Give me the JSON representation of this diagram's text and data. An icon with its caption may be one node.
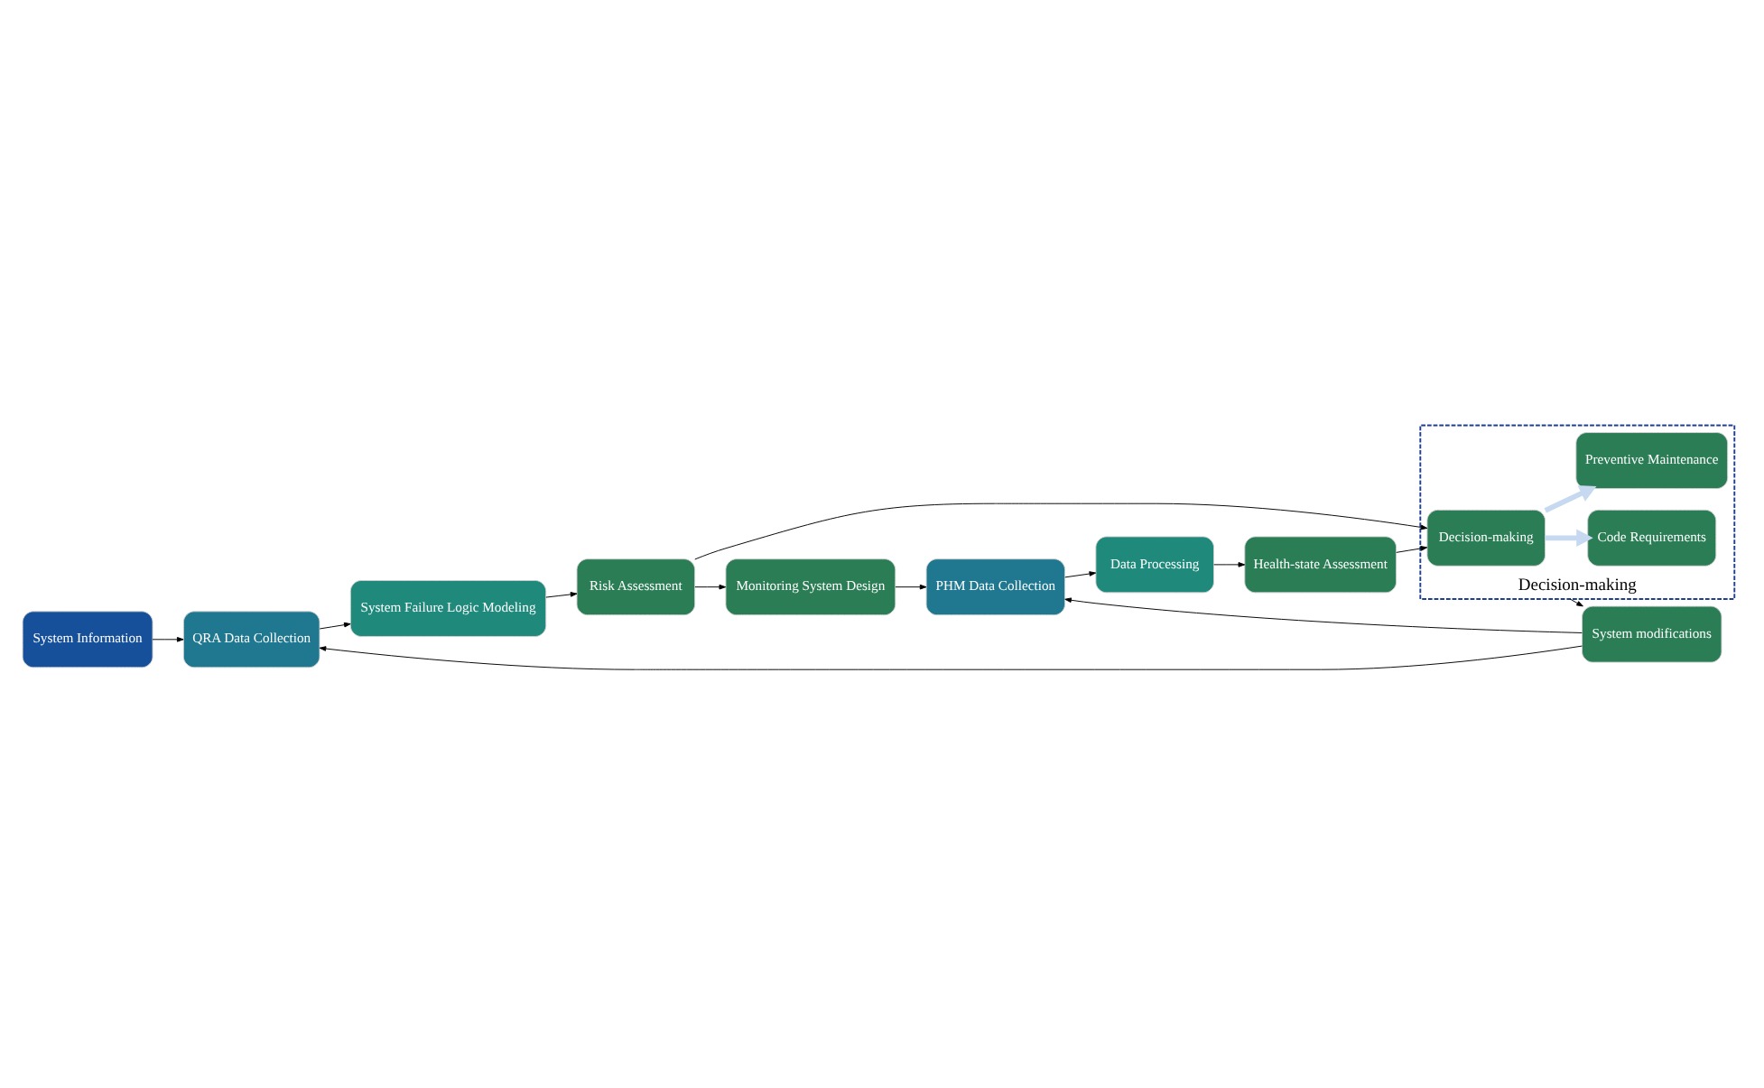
{
  "diagram": {
    "nodes": [
      {
        "text": [
          "System Information"
        ]
      },
      {
        "text": [
          "QRA Data Collection"
        ]
      },
      {
        "text": [
          "System Failure Logic Modeling"
        ]
      },
      {
        "text": [
          "Risk Assessment"
        ]
      },
      {
        "text": [
          "Monitoring System Design"
        ]
      },
      {
        "text": [
          "PHM Data Collection"
        ]
      },
      {
        "text": [
          "Data Processing"
        ]
      },
      {
        "text": [
          "Health-state Assessment"
        ]
      },
      {
        "text": [
          "Decision-making"
        ]
      },
      {
        "text": [
          "Code Requirements"
        ],
        "in": 8
      },
      {
        "text": [
          "Decision-making"
        ],
        "in": 8
      },
      {
        "text": [
          "Preventive Maintenance"
        ],
        "in": 8
      },
      {
        "text": [
          "System modifications"
        ]
      }
    ],
    "edges": [
      {
        "from": 0,
        "to": 1,
        "arrow": "to"
      },
      {
        "from": 1,
        "to": 2,
        "arrow": "to"
      },
      {
        "from": 2,
        "to": 3,
        "arrow": "to"
      },
      {
        "from": 3,
        "to": 4,
        "arrow": "to"
      },
      {
        "from": 4,
        "to": 5,
        "arrow": "to"
      },
      {
        "from": 5,
        "to": 6,
        "arrow": "to"
      },
      {
        "from": 6,
        "to": 7,
        "arrow": "to"
      },
      {
        "from": 3,
        "to": 10,
        "arrow": "to"
      },
      {
        "from": 7,
        "to": 10,
        "arrow": "to"
      },
      {
        "from": 10,
        "to": 9,
        "arrow": "to",
        "style": "thick",
        "color": "#c6d9f1"
      },
      {
        "from": 10,
        "to": 11,
        "arrow": "to",
        "style": "thick",
        "color": "#c6d9f1"
      },
      {
        "from": 8,
        "to": 12,
        "arrow": "to"
      },
      {
        "from": 12,
        "to": 1,
        "arrow": "to"
      },
      {
        "from": 12,
        "to": 5,
        "arrow": "to"
      }
    ]
  }
}
